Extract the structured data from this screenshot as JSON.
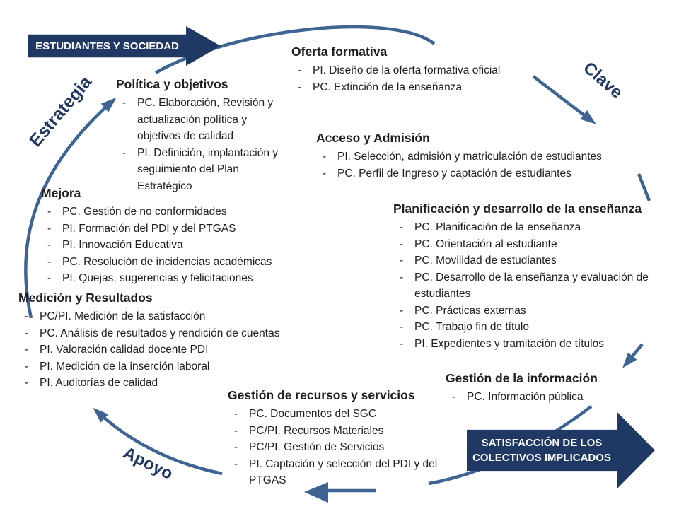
{
  "banners": {
    "estudiantes": "ESTUDIANTES Y SOCIEDAD",
    "satisfaccion_line1": "SATISFACCIÓN DE LOS",
    "satisfaccion_line2": "COLECTIVOS IMPLICADOS"
  },
  "ring": {
    "estrategia": "Estrategia",
    "clave": "Clave",
    "apoyo": "Apoyo"
  },
  "groups": [
    {
      "title": "Política y objetivos",
      "items": [
        "PC. Elaboración, Revisión y actualización política y objetivos de calidad",
        "PI. Definición, implantación y seguimiento del Plan Estratégico"
      ]
    },
    {
      "title": "Oferta formativa",
      "items": [
        "PI. Diseño de la oferta formativa oficial",
        "PC. Extinción de la enseñanza"
      ]
    },
    {
      "title": "Acceso y Admisión",
      "items": [
        "PI. Selección, admisión y matriculación de estudiantes",
        "PC. Perfil de Ingreso y captación de estudiantes"
      ]
    },
    {
      "title": "Mejora",
      "items": [
        "PC. Gestión de no conformidades",
        "PI. Formación del PDI y del PTGAS",
        "PI. Innovación Educativa",
        "PC. Resolución de incidencias académicas",
        "PI. Quejas, sugerencias y felicitaciones"
      ]
    },
    {
      "title": "Planificación y desarrollo de la enseñanza",
      "items": [
        "PC. Planificación de la enseñanza",
        "PC. Orientación al estudiante",
        "PC. Movilidad de estudiantes",
        "PC. Desarrollo de la enseñanza y evaluación de estudiantes",
        "PC. Prácticas externas",
        "PC. Trabajo fin de título",
        "PI. Expedientes y tramitación de títulos"
      ]
    },
    {
      "title": "Medición y Resultados",
      "items": [
        "PC/PI. Medición de la satisfacción",
        "PC. Análisis de resultados y rendición de cuentas",
        "PI. Valoración calidad docente PDI",
        "PI. Medición de la inserción laboral",
        "PI. Auditorías de calidad"
      ]
    },
    {
      "title": "Gestión de la información",
      "items": [
        "PC. Información pública"
      ]
    },
    {
      "title": "Gestión de recursos y servicios",
      "items": [
        "PC. Documentos del SGC",
        "PC/PI. Recursos Materiales",
        "PC/PI. Gestión de Servicios",
        "PI. Captación y selección del PDI y del PTGAS"
      ]
    }
  ],
  "colors": {
    "navy": "#1F3864",
    "arc_blue": "#3E6493",
    "text": "#1F1F1F"
  }
}
